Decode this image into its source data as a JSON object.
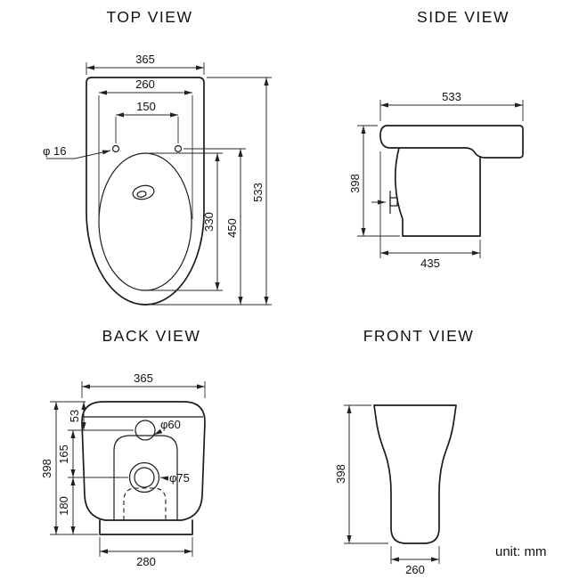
{
  "unit_label": "unit: mm",
  "views": {
    "top": {
      "title": "TOP VIEW",
      "dims": {
        "width": "365",
        "seat_width": "260",
        "hole_spacing": "150",
        "hole_diameter": "φ 16",
        "overall_depth": "533",
        "seat_depth": "450",
        "bowl_depth": "330"
      }
    },
    "side": {
      "title": "SIDE VIEW",
      "dims": {
        "top_length": "533",
        "height": "398",
        "base_length": "435"
      }
    },
    "back": {
      "title": "BACK VIEW",
      "dims": {
        "width": "365",
        "top_to_inlet": "53",
        "inlet_to_outlet": "165",
        "outlet_to_floor": "180",
        "height": "398",
        "inlet_diameter": "φ60",
        "outlet_diameter": "φ75",
        "base_width": "280"
      }
    },
    "front": {
      "title": "FRONT VIEW",
      "dims": {
        "height": "398",
        "base_width": "260"
      }
    }
  }
}
